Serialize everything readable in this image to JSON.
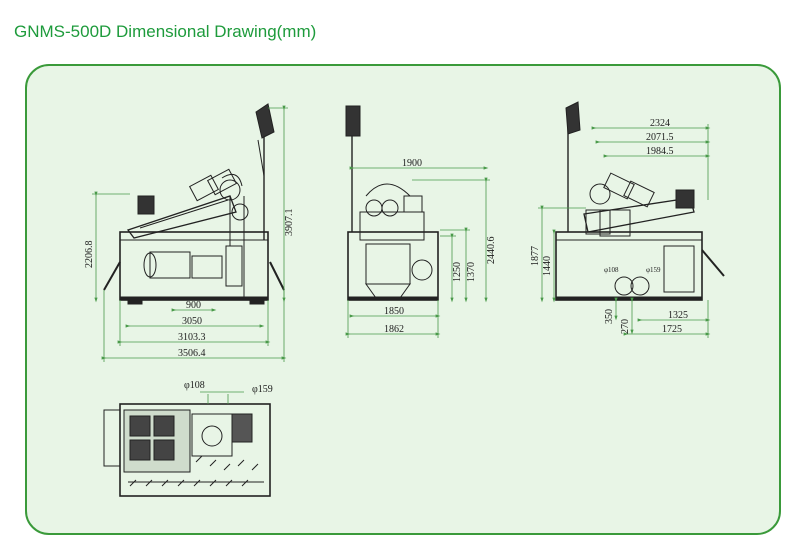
{
  "title": "GNMS-500D Dimensional Drawing(mm)",
  "colors": {
    "title": "#1e9b3c",
    "panel_border": "#3a9a3a",
    "panel_bg": "#e8f5e6",
    "dim_line": "#4a9a4a",
    "ink": "#222222"
  },
  "side_view": {
    "dims": {
      "height_overall": "3907.1",
      "height_body": "2206.8",
      "w_900": "900",
      "w_3050": "3050",
      "w_3103": "3103.3",
      "w_3506": "3506.4"
    }
  },
  "front_view": {
    "dims": {
      "w_1900": "1900",
      "w_1850": "1850",
      "w_1862": "1862",
      "h_1250": "1250",
      "h_1370": "1370",
      "h_2440": "2440.6"
    }
  },
  "rear_view": {
    "dims": {
      "w_2324": "2324",
      "w_2071": "2071.5",
      "w_1984": "1984.5",
      "h_1877": "1877",
      "h_1440": "1440",
      "h_350": "350",
      "h_270": "270",
      "w_1325": "1325",
      "w_1725": "1725",
      "phi_small_1": "φ108",
      "phi_small_2": "φ159"
    }
  },
  "top_view": {
    "dims": {
      "phi_108": "φ108",
      "phi_159": "φ159"
    }
  }
}
